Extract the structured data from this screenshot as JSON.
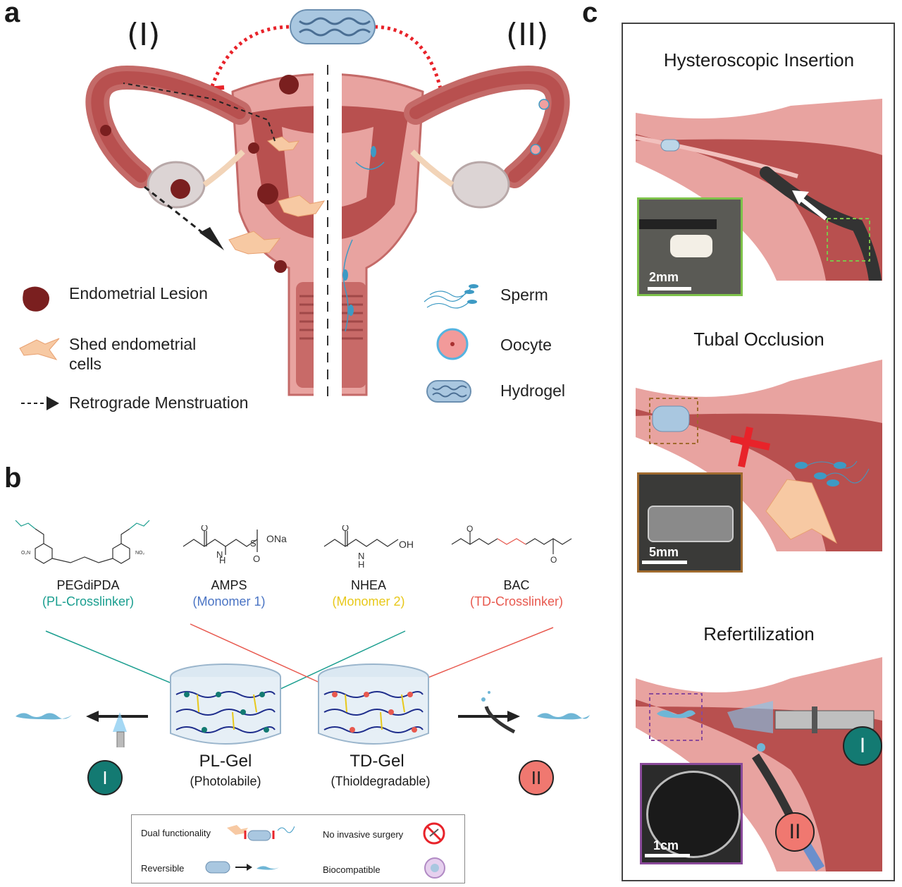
{
  "panels": {
    "a": "a",
    "b": "b",
    "c": "c"
  },
  "panel_a": {
    "left_label": "(I)",
    "right_label": "(II)",
    "legend_left": [
      {
        "icon": "endometrial-lesion-icon",
        "label": "Endometrial Lesion"
      },
      {
        "icon": "shed-cell-icon",
        "label": "Shed endometrial\ncells"
      },
      {
        "icon": "dashed-arrow-icon",
        "label": "Retrograde Menstruation"
      }
    ],
    "legend_right": [
      {
        "icon": "sperm-icon",
        "label": "Sperm"
      },
      {
        "icon": "oocyte-icon",
        "label": "Oocyte"
      },
      {
        "icon": "hydrogel-icon",
        "label": "Hydrogel"
      }
    ]
  },
  "panel_b": {
    "chemicals": [
      {
        "name": "PEGdiPDA",
        "role": "(PL-Crosslinker)",
        "role_color": "#1a9e8f"
      },
      {
        "name": "AMPS",
        "role": "(Monomer 1)",
        "role_color": "#4a74c4"
      },
      {
        "name": "NHEA",
        "role": "(Monomer 2)",
        "role_color": "#e8c81a"
      },
      {
        "name": "BAC",
        "role": "(TD-Crosslinker)",
        "role_color": "#e8594f"
      }
    ],
    "amps_group": "ONa",
    "nhea_group": "OH",
    "gels": [
      {
        "title": "PL-Gel",
        "subtitle": "(Photolabile)"
      },
      {
        "title": "TD-Gel",
        "subtitle": "(Thioldegradable)"
      }
    ],
    "badge_I": "I",
    "badge_II": "II",
    "features": [
      {
        "label": "Dual functionality"
      },
      {
        "label": "No invasive surgery"
      },
      {
        "label": "Reversible"
      },
      {
        "label": "Biocompatible"
      }
    ]
  },
  "panel_c": {
    "sections": [
      {
        "title": "Hysteroscopic Insertion",
        "scale": "2mm"
      },
      {
        "title": "Tubal Occlusion",
        "scale": "5mm"
      },
      {
        "title": "Refertilization",
        "scale": "1cm"
      }
    ],
    "badge_I": "I",
    "badge_II": "II"
  },
  "colors": {
    "tissue": "#e8a3a0",
    "tissue_dark": "#b8504f",
    "teal": "#137a72",
    "red_badge": "#f07870",
    "inhibit_red": "#e8232a"
  }
}
